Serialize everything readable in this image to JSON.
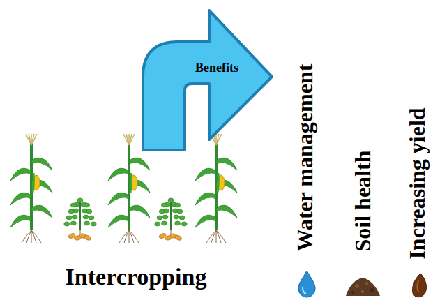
{
  "diagram": {
    "nodes": [
      {
        "text": [
          "Benefits"
        ]
      }
    ],
    "labels": [
      "Intercropping",
      "Water management",
      "Soil health",
      "Increasing yield"
    ]
  }
}
